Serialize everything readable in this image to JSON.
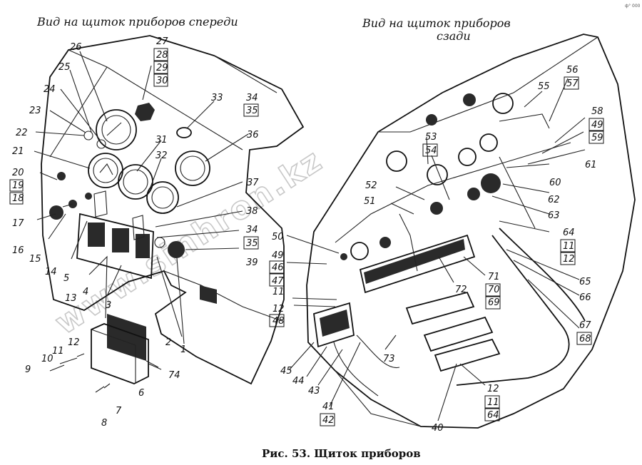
{
  "titles": {
    "front": "Вид на щиток приборов спереди",
    "rear_line1": "Вид на щиток приборов",
    "rear_line2": "сзади"
  },
  "caption": "Рис. 53. Щиток приборов",
  "watermark": "www.sinhron.kz",
  "corner_mark": "ф° 000",
  "callouts_front": [
    "1",
    "2",
    "3",
    "4",
    "5",
    "6",
    "7",
    "8",
    "9",
    "10",
    "11",
    "12",
    "13",
    "14",
    "15",
    "16",
    "17",
    "18",
    "19",
    "20",
    "21",
    "22",
    "23",
    "24",
    "25",
    "26",
    "27",
    "28",
    "29",
    "30",
    "31",
    "32",
    "33",
    "34",
    "35",
    "36",
    "37",
    "38",
    "34",
    "35",
    "39",
    "74"
  ],
  "callouts_rear": [
    "11",
    "12",
    "40",
    "41",
    "42",
    "43",
    "44",
    "45",
    "46",
    "47",
    "48",
    "49",
    "50",
    "51",
    "52",
    "53",
    "54",
    "55",
    "56",
    "57",
    "58",
    "49",
    "59",
    "60",
    "61",
    "62",
    "63",
    "64",
    "11",
    "12",
    "65",
    "66",
    "67",
    "68",
    "69",
    "70",
    "71",
    "72",
    "73",
    "12",
    "11",
    "64"
  ]
}
